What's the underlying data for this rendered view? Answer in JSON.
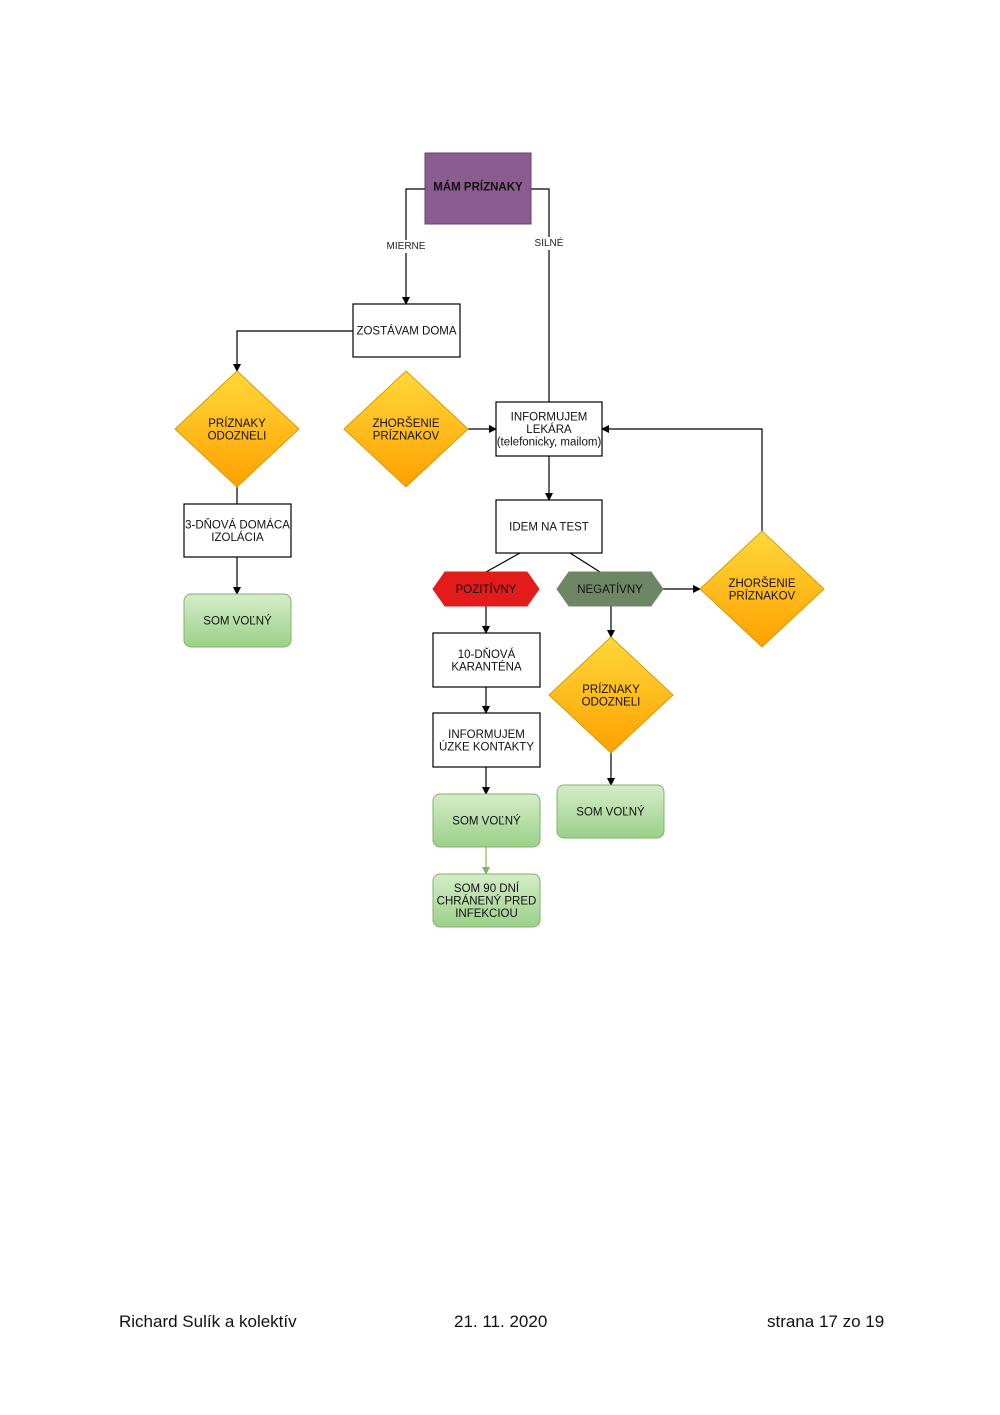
{
  "diagram": {
    "nodes": {
      "start": {
        "lines": [
          "MÁM PRÍZNAKY"
        ]
      },
      "stay_home": {
        "lines": [
          "ZOSTÁVAM DOMA"
        ]
      },
      "left_subsided": {
        "lines": [
          "PRÍZNAKY",
          "ODOZNELI"
        ]
      },
      "worsening_mid": {
        "lines": [
          "ZHORŠENIE",
          "PRÍZNAKOV"
        ]
      },
      "inform_doctor": {
        "lines": [
          "INFORMUJEM",
          "LEKÁRA",
          "(telefonicky, mailom)"
        ]
      },
      "home_isolation": {
        "lines": [
          "3-DŇOVÁ DOMÁCA",
          "IZOLÁCIA"
        ]
      },
      "free_left": {
        "lines": [
          "SOM VOĽNÝ"
        ]
      },
      "test": {
        "lines": [
          "IDEM NA TEST"
        ]
      },
      "positive": {
        "lines": [
          "POZITÍVNY"
        ]
      },
      "negative": {
        "lines": [
          "NEGATÍVNY"
        ]
      },
      "worsening_right": {
        "lines": [
          "ZHORŠENIE",
          "PRÍZNAKOV"
        ]
      },
      "quarantine": {
        "lines": [
          "10-DŇOVÁ",
          "KARANTÉNA"
        ]
      },
      "inform_contacts": {
        "lines": [
          "INFORMUJEM",
          "ÚZKE KONTAKTY"
        ]
      },
      "neg_subsided": {
        "lines": [
          "PRÍZNAKY",
          "ODOZNELI"
        ]
      },
      "free_pos": {
        "lines": [
          "SOM VOĽNÝ"
        ]
      },
      "free_neg": {
        "lines": [
          "SOM VOĽNÝ"
        ]
      },
      "protected": {
        "lines": [
          "SOM 90 DNÍ",
          "CHRÁNENÝ PRED",
          "INFEKCIOU"
        ]
      }
    },
    "edge_labels": {
      "mild": "MIERNE",
      "severe": "SILNÉ"
    },
    "colors": {
      "start_fill": "#8b5c8f",
      "diamond_fill_top": "#ffd83a",
      "diamond_fill_bottom": "#ffa100",
      "diamond_stroke": "#d79b00",
      "green_fill_top": "#d5ecc9",
      "green_fill_bottom": "#9bd188",
      "green_stroke": "#82b366",
      "positive_fill": "#e31b1b",
      "negative_fill": "#6d8764",
      "line": "#000000",
      "green_arrow": "#82b366"
    }
  },
  "footer": {
    "author": "Richard Sulík a kolektív",
    "date": "21. 11. 2020",
    "page": "strana 17 zo 19"
  }
}
